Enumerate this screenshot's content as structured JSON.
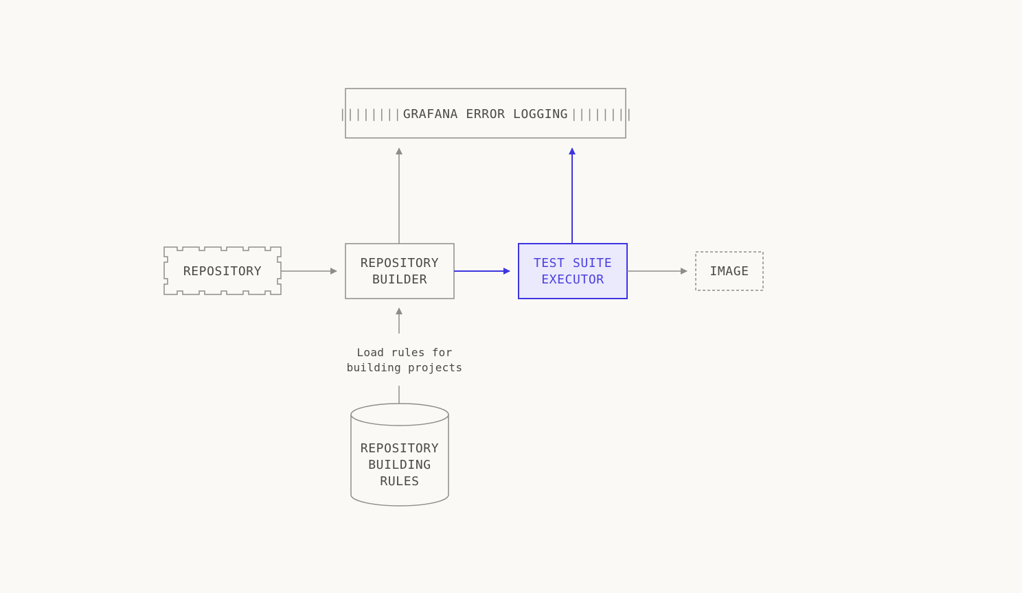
{
  "colors": {
    "background": "#faf9f6",
    "stroke": "#8f8d89",
    "text": "#4a4845",
    "accent": "#3d35e0",
    "accent_fill": "#ebe9fc",
    "accent_text": "#4a40dc"
  },
  "nodes": {
    "logging": {
      "label": "GRAFANA ERROR LOGGING",
      "decoration_left": "||||||||",
      "decoration_right": "||||||||"
    },
    "repository": {
      "label": "REPOSITORY"
    },
    "builder": {
      "line1": "REPOSITORY",
      "line2": "BUILDER"
    },
    "executor": {
      "line1": "TEST SUITE",
      "line2": "EXECUTOR"
    },
    "image": {
      "label": "IMAGE"
    },
    "rules": {
      "line1": "REPOSITORY",
      "line2": "BUILDING",
      "line3": "RULES"
    }
  },
  "edges": {
    "rules_to_builder": {
      "label_line1": "Load rules for",
      "label_line2": "building projects"
    }
  }
}
